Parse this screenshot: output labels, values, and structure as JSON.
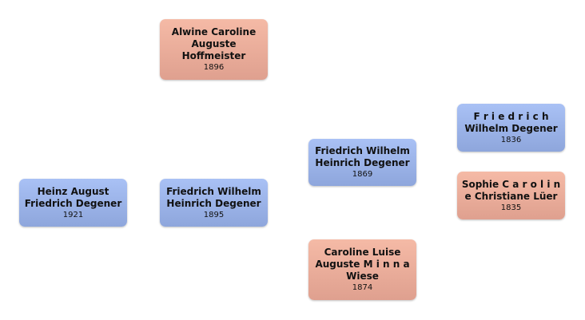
{
  "colors": {
    "male": "#9fb6ec",
    "female": "#efb09c"
  },
  "people": {
    "root": {
      "name_lines": [
        "Heinz August",
        "Friedrich Degener"
      ],
      "year": "1921",
      "sex": "male"
    },
    "father": {
      "name_lines": [
        "Friedrich Wilhelm",
        "Heinrich Degener"
      ],
      "year": "1895",
      "sex": "male"
    },
    "mother": {
      "name_lines": [
        "Alwine Caroline",
        "Auguste",
        "Hoffmeister"
      ],
      "year": "1896",
      "sex": "female"
    },
    "pgf": {
      "name_lines": [
        "Friedrich Wilhelm",
        "Heinrich Degener"
      ],
      "year": "1869",
      "sex": "male"
    },
    "pgm": {
      "name_lines": [
        "Caroline Luise",
        "Auguste M i n n a",
        "Wiese"
      ],
      "year": "1874",
      "sex": "female"
    },
    "pggf": {
      "name_lines": [
        "F r i e d r i c h",
        "Wilhelm Degener"
      ],
      "year": "1836",
      "sex": "male"
    },
    "pggm": {
      "name_lines": [
        "Sophie C a r o l i n",
        "e Christiane Lüer"
      ],
      "year": "1835",
      "sex": "female"
    }
  }
}
